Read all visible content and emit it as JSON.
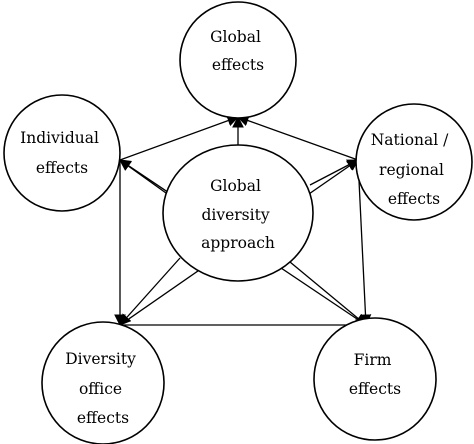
{
  "nodes": {
    "global": {
      "lines": [
        "Global",
        "effects"
      ]
    },
    "individual": {
      "lines": [
        "Individual",
        "effects"
      ]
    },
    "national": {
      "lines": [
        "National /",
        "regional",
        "effects"
      ]
    },
    "center": {
      "lines": [
        "Global",
        "diversity",
        "approach"
      ]
    },
    "diversity": {
      "lines": [
        "Diversity",
        "office",
        "effects"
      ]
    },
    "firm": {
      "lines": [
        "Firm",
        "effects"
      ]
    }
  },
  "colors": {
    "stroke": "#000000",
    "fill": "#ffffff"
  }
}
